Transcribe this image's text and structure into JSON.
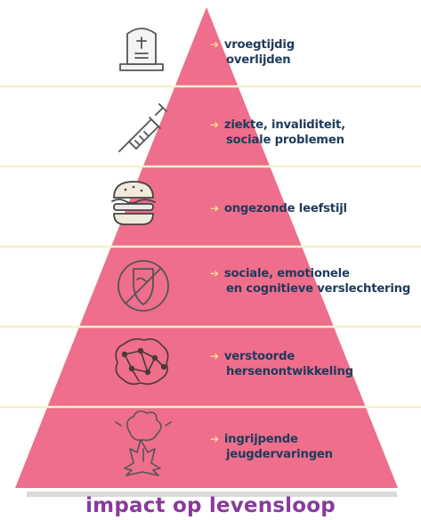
{
  "pyramid": {
    "colors": {
      "fill": "#ee6e8c",
      "divider": "#f8f0c8",
      "arrow": "#f7dc8a",
      "text": "#1f3a5c",
      "shadow": "#d8d8d8",
      "icon_stroke": "#555555"
    },
    "tiers": [
      {
        "icon": "gravestone-icon",
        "lines": [
          "vroegtijdig",
          "overlijden"
        ]
      },
      {
        "icon": "syringe-icon",
        "lines": [
          "ziekte, invaliditeit,",
          "sociale problemen"
        ]
      },
      {
        "icon": "burger-icon",
        "lines": [
          "ongezonde leefstijl"
        ]
      },
      {
        "icon": "crossed-shield-icon",
        "lines": [
          "sociale, emotionele",
          "en cognitieve verslechtering"
        ]
      },
      {
        "icon": "brain-network-icon",
        "lines": [
          "verstoorde",
          "hersenontwikkeling"
        ]
      },
      {
        "icon": "explosion-icon",
        "lines": [
          "ingrijpende",
          "jeugdervaringen"
        ]
      }
    ]
  },
  "footer": {
    "title": "impact op levensloop"
  }
}
